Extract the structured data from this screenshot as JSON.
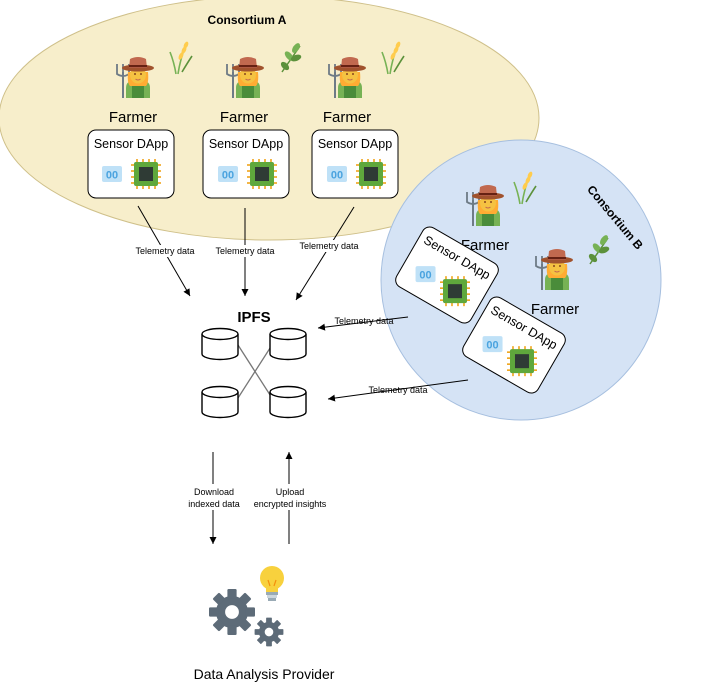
{
  "consortium_a": {
    "title": "Consortium A",
    "fill": "#f7eecb",
    "stroke": "#cfc08a",
    "farmers": [
      {
        "label": "Farmer",
        "sensor_label": "Sensor DApp",
        "plant": "wheat"
      },
      {
        "label": "Farmer",
        "sensor_label": "Sensor DApp",
        "plant": "leaf"
      },
      {
        "label": "Farmer",
        "sensor_label": "Sensor DApp",
        "plant": "wheat"
      }
    ]
  },
  "consortium_b": {
    "title": "Consortium B",
    "fill": "#d5e3f5",
    "stroke": "#a6bfdf",
    "farmers": [
      {
        "label": "Farmer",
        "plant": "wheat"
      },
      {
        "label": "Farmer",
        "plant": "leaf"
      }
    ],
    "sensors": [
      {
        "label": "Sensor DApp"
      },
      {
        "label": "Sensor DApp"
      }
    ]
  },
  "ipfs": {
    "title": "IPFS"
  },
  "edges": {
    "telemetry": "Telemetry data",
    "download_line1": "Download",
    "download_line2": "indexed data",
    "upload_line1": "Upload",
    "upload_line2": "encrypted insights"
  },
  "provider": {
    "label": "Data Analysis Provider"
  },
  "icons": {
    "farmer": "farmer-emoji-icon",
    "sensor_binary": "binary-icon",
    "sensor_chip": "chip-icon",
    "database": "database-icon",
    "gears": "gears-icon",
    "bulb": "lightbulb-icon"
  },
  "colors": {
    "chip_green": "#5fa83c",
    "chip_pins": "#f0a41a",
    "binary_blue": "#4aa3df",
    "hat": "#a0522d",
    "face": "#f5c242",
    "overall": "#4a8c3a",
    "gear": "#5d6b78",
    "bulb": "#f8d13d"
  }
}
